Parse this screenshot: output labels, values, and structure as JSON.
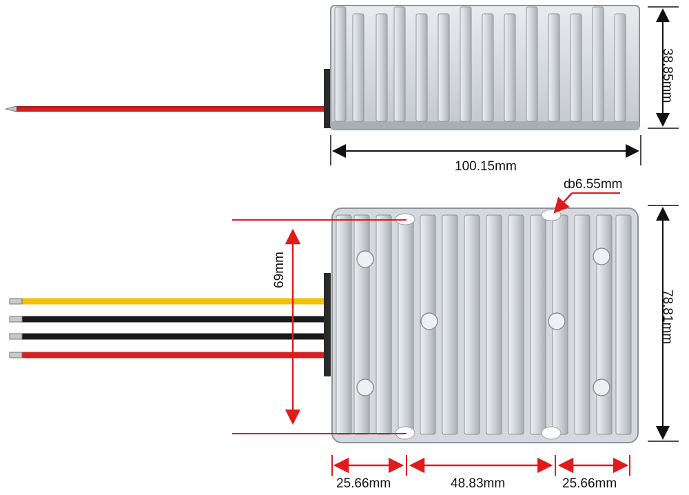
{
  "dimensions": {
    "height": "38.85mm",
    "length": "100.15mm",
    "hole_diameter": "ȸ6.55mm",
    "mount_spacing": "69mm",
    "width": "78.81mm",
    "hole_offset_left": "25.66mm",
    "hole_spacing": "48.83mm",
    "hole_offset_right": "25.66mm"
  },
  "colors": {
    "wire_red": "#d42020",
    "wire_black": "#1a1a1a",
    "wire_yellow": "#f2c200",
    "callout_red": "#e11b1b",
    "metal": "#cfd2d6",
    "metal_dark": "#9ea3a9",
    "dimension_line": "#111111"
  }
}
